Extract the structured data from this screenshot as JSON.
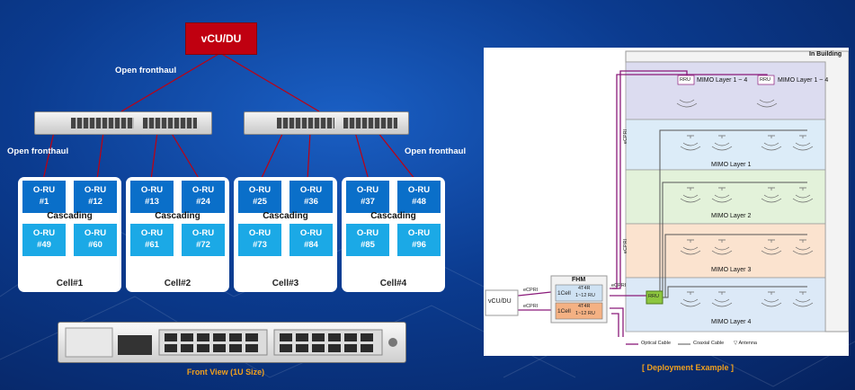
{
  "left_diagram": {
    "vcu_label": "vCU/DU",
    "fronthaul_top": "Open fronthaul",
    "fronthaul_left": "Open fronthaul",
    "fronthaul_right": "Open fronthaul",
    "cascading": "Cascading",
    "cells": [
      {
        "name": "Cell#1",
        "top": [
          {
            "t": "O-RU",
            "n": "#1"
          },
          {
            "t": "O-RU",
            "n": "#12"
          }
        ],
        "bottom": [
          {
            "t": "O-RU",
            "n": "#49"
          },
          {
            "t": "O-RU",
            "n": "#60"
          }
        ]
      },
      {
        "name": "Cell#2",
        "top": [
          {
            "t": "O-RU",
            "n": "#13"
          },
          {
            "t": "O-RU",
            "n": "#24"
          }
        ],
        "bottom": [
          {
            "t": "O-RU",
            "n": "#61"
          },
          {
            "t": "O-RU",
            "n": "#72"
          }
        ]
      },
      {
        "name": "Cell#3",
        "top": [
          {
            "t": "O-RU",
            "n": "#25"
          },
          {
            "t": "O-RU",
            "n": "#36"
          }
        ],
        "bottom": [
          {
            "t": "O-RU",
            "n": "#73"
          },
          {
            "t": "O-RU",
            "n": "#84"
          }
        ]
      },
      {
        "name": "Cell#4",
        "top": [
          {
            "t": "O-RU",
            "n": "#37"
          },
          {
            "t": "O-RU",
            "n": "#48"
          }
        ],
        "bottom": [
          {
            "t": "O-RU",
            "n": "#85"
          },
          {
            "t": "O-RU",
            "n": "#96"
          }
        ]
      }
    ],
    "front_caption": "Front View (1U Size)"
  },
  "right_diagram": {
    "in_building": "In Building",
    "vcu_label": "vCU/DU",
    "fhm_label": "FHM",
    "cell_a": "1Cell",
    "cell_b": "1Cell",
    "ru_a_line1": "4T4R",
    "ru_a_line2": "1~12 RU",
    "ru_b_line1": "4T4R",
    "ru_b_line2": "1~12 RU",
    "ecpri": "eCPRI",
    "rru_label": "RRU",
    "mimo_top_a": "MIMO Layer 1 ~ 4",
    "mimo_top_b": "MIMO Layer 1 ~ 4",
    "layers": [
      "MIMO Layer 1",
      "MIMO Layer 2",
      "MIMO Layer 3",
      "MIMO Layer 4"
    ],
    "legend_optical": "Optical Cable",
    "legend_coaxial": "Coaxial Cable",
    "legend_antenna": "Antenna",
    "caption": "[ Deployment Example ]"
  },
  "colors": {
    "accent_red": "#c00010",
    "ru_dark": "#0a6fc9",
    "ru_light": "#1ba9e6",
    "caption": "#f0a01e",
    "optical": "#8a1a7a"
  }
}
